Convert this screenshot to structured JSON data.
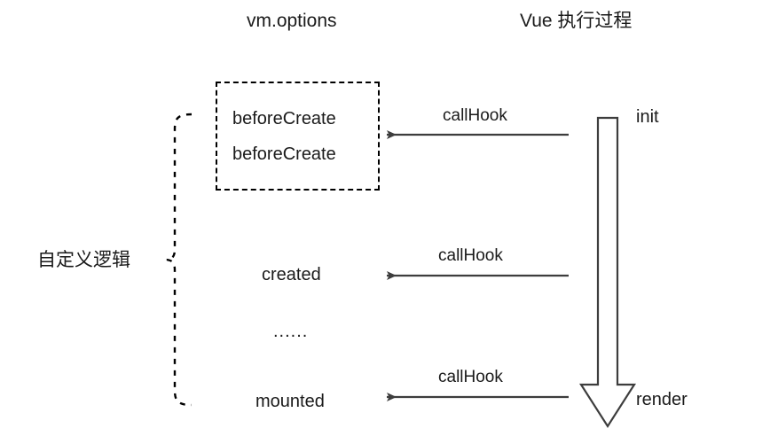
{
  "diagram": {
    "title_left": "vm.options",
    "title_right": "Vue 执行过程",
    "brace_label": "自定义逻辑",
    "options_box": {
      "hooks": [
        {
          "name": "beforeCreate"
        },
        {
          "name": "beforeCreate"
        }
      ]
    },
    "lifecycle_items": [
      {
        "label": "created"
      },
      {
        "label": "......"
      },
      {
        "label": "mounted"
      }
    ],
    "call_arrows": [
      {
        "label": "callHook",
        "target": "beforeCreate"
      },
      {
        "label": "callHook",
        "target": "created"
      },
      {
        "label": "callHook",
        "target": "mounted"
      }
    ],
    "flow_arrow": {
      "start_label": "init",
      "end_label": "render",
      "direction": "down"
    },
    "colors": {
      "stroke": "#3d3d3d",
      "text": "#1a1a1a",
      "dashed_border": "#000000",
      "background": "#ffffff"
    }
  }
}
